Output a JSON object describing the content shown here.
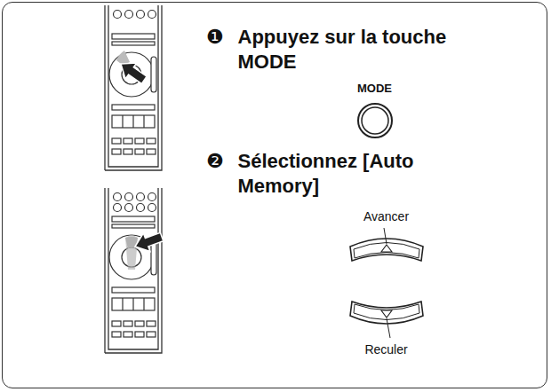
{
  "diagram": {
    "nodes": [
      {
        "text": [
          "Appuyez sur la touche MODE",
          "Sélectionnez [Auto Memory]"
        ]
      },
      {
        "text": [
          "MODE"
        ],
        "in": 0
      },
      {
        "text": [
          "Avancer"
        ],
        "in": 0
      },
      {
        "text": [
          "Reculer"
        ],
        "in": 0
      }
    ],
    "labels": [
      "❶",
      "❷"
    ]
  }
}
